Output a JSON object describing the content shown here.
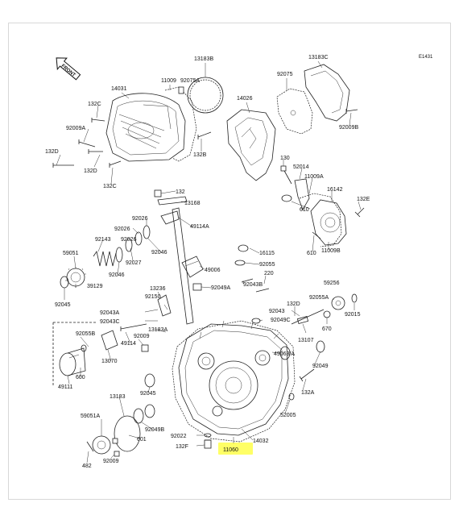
{
  "diagram_code": "E1431",
  "front_label": "FRONT",
  "highlight_color": "#ffff66",
  "parts": {
    "p13183B": "13183B",
    "p13183C": "13183C",
    "p92075A": "92075A",
    "p11009_top": "11009",
    "p14031": "14031",
    "p132C_a": "132C",
    "p92009A": "92009A",
    "p132D_a": "132D",
    "p132D_b": "132D",
    "p132C_b": "132C",
    "p14026": "14026",
    "p132B": "132B",
    "p92075": "92075",
    "p92009B": "92009B",
    "p130": "130",
    "p52014": "52014",
    "p11009A_a": "11009A",
    "p16142": "16142",
    "p132E": "132E",
    "p610_a": "610",
    "p610_b": "610",
    "p11009B": "11009B",
    "p132_top": "132",
    "p13168": "13168",
    "p92026_a": "92026",
    "p92026_b": "92026",
    "p49114A": "49114A",
    "p92143": "92143",
    "p92026_c": "92026",
    "p59051": "59051",
    "p92046_a": "92046",
    "p92027": "92027",
    "p92046_b": "92046",
    "p39129": "39129",
    "p92045_a": "92045",
    "p16115": "16115",
    "p92055": "92055",
    "p49006": "49006",
    "p13236": "13236",
    "p92049A": "92049A",
    "p92043B": "92043B",
    "p220": "220",
    "p92150": "92150",
    "p59256": "59256",
    "p92043A": "92043A",
    "p92043C": "92043C",
    "p132D_c": "132D",
    "p92043": "92043",
    "p92055A": "92055A",
    "p92015": "92015",
    "p92049C": "92049C",
    "p670": "670",
    "p92055B": "92055B",
    "p13183A": "13183A",
    "p92009_a": "92009",
    "p49114": "49114",
    "p13107": "13107",
    "p49063A": "49063/A",
    "p13070": "13070",
    "p600": "600",
    "p92049": "92049",
    "p49111": "49111",
    "p132A": "132A",
    "p13183": "13183",
    "p92045_b": "92045",
    "p52005": "52005",
    "p59051A": "59051A",
    "p92049B": "92049B",
    "p601": "601",
    "p92022": "92022",
    "p14032": "14032",
    "p132F": "132F",
    "p11060": "11060",
    "p482": "482",
    "p92009_b": "92009"
  }
}
